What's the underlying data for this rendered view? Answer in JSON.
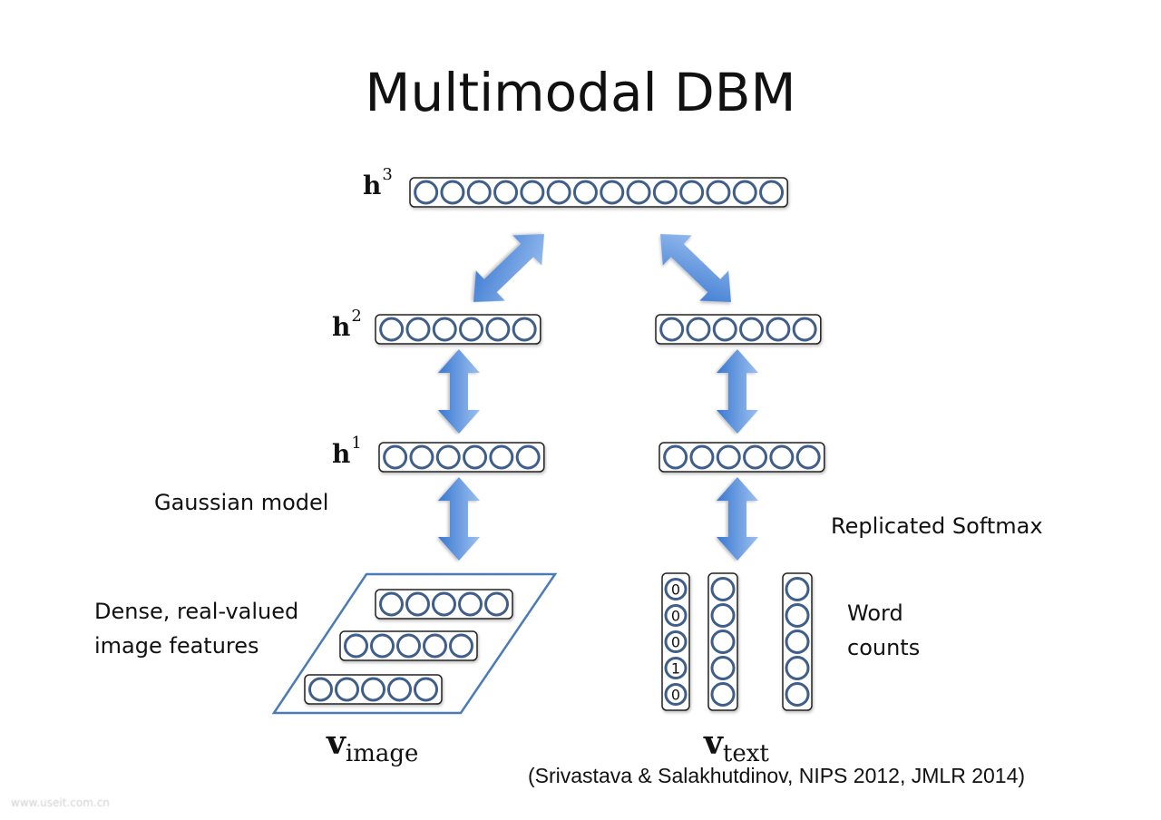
{
  "title": "Multimodal DBM",
  "layers": {
    "h3": {
      "label": "h",
      "sup": "3",
      "units": 14
    },
    "h2_image": {
      "label": "h",
      "sup": "2",
      "units": 6
    },
    "h2_text": {
      "units": 6
    },
    "h1_image": {
      "label": "h",
      "sup": "1",
      "units": 6
    },
    "h1_text": {
      "units": 6
    },
    "v_image_rows": [
      5,
      5,
      5
    ],
    "v_text_columns": [
      {
        "units": 5,
        "values": [
          "0",
          "0",
          "0",
          "1",
          "0"
        ]
      },
      {
        "units": 5,
        "values": []
      },
      {
        "units": 5,
        "values": []
      }
    ]
  },
  "annotations": {
    "gaussian": "Gaussian model",
    "replicated_softmax": "Replicated Softmax",
    "dense_line1": "Dense, real-valued",
    "dense_line2": "image features",
    "word_line1": "Word",
    "word_line2": "counts"
  },
  "visible_labels": {
    "v_image": {
      "v": "v",
      "sub": "image"
    },
    "v_text": {
      "v": "v",
      "sub": "text"
    }
  },
  "citation": "(Srivastava & Salakhutdinov, NIPS 2012, JMLR 2014)",
  "watermark": "www.useit.com.cn",
  "colors": {
    "unit_stroke": "#3f5f8a",
    "arrow_light": "#8cb4ec",
    "arrow_dark": "#3f7bd0",
    "parallelogram": "#4a7ab8"
  }
}
